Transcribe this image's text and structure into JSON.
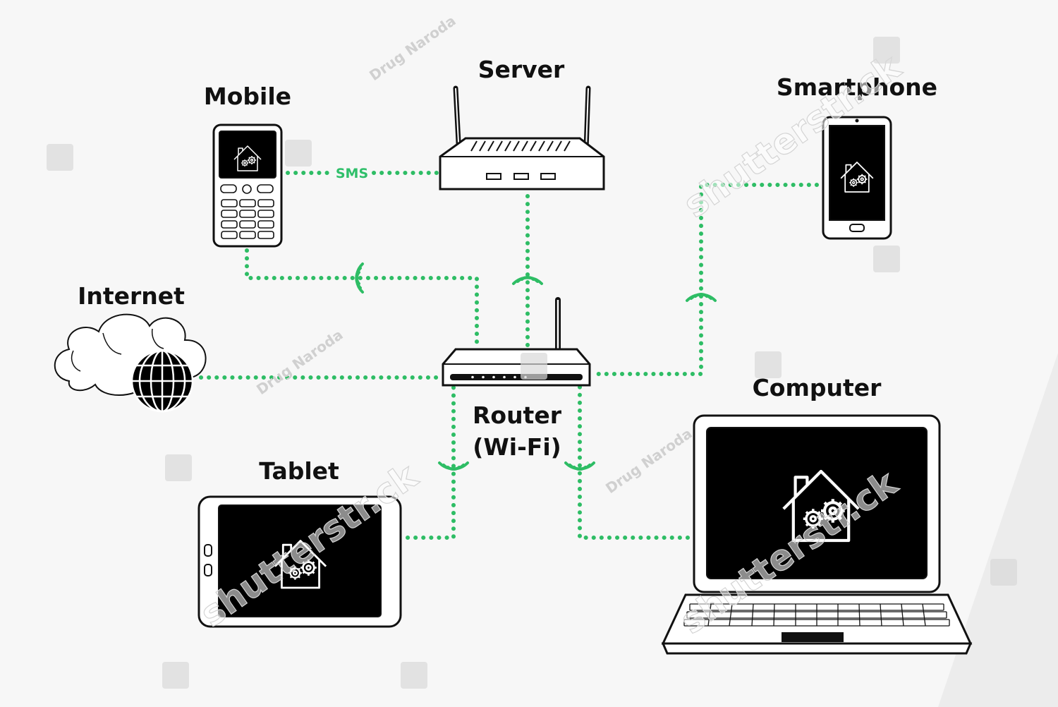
{
  "diagram": {
    "nodes": {
      "server": "Server",
      "mobile": "Mobile",
      "smartphone": "Smartphone",
      "internet": "Internet",
      "router_line1": "Router",
      "router_line2": "(Wi-Fi)",
      "computer": "Computer",
      "tablet": "Tablet"
    },
    "edge_labels": {
      "mobile_server": "SMS"
    },
    "connections": [
      {
        "from": "Mobile",
        "to": "Server",
        "label": "SMS"
      },
      {
        "from": "Server",
        "to": "Router",
        "wireless": true
      },
      {
        "from": "Mobile",
        "to": "Router",
        "wireless": true
      },
      {
        "from": "Smartphone",
        "to": "Router",
        "wireless": true
      },
      {
        "from": "Internet",
        "to": "Router",
        "wireless": false
      },
      {
        "from": "Tablet",
        "to": "Router",
        "wireless": true
      },
      {
        "from": "Computer",
        "to": "Router",
        "wireless": true
      }
    ],
    "colors": {
      "connection": "#2ebd65",
      "device_outline": "#111111",
      "screen": "#000000",
      "background": "#f7f7f7"
    },
    "icons": [
      "smart-home-icon",
      "globe-icon",
      "cloud-icon",
      "wifi-signal-icon"
    ]
  },
  "watermarks": {
    "brand": "shutterstr.ck",
    "author": "Drug Naroda"
  }
}
